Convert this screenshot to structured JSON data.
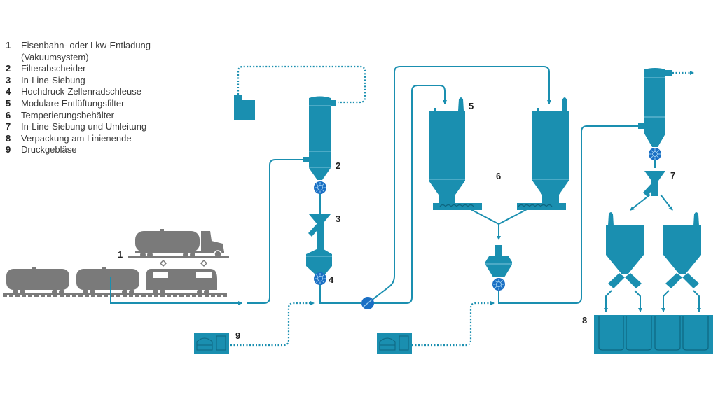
{
  "legend": [
    {
      "num": "1",
      "text": "Eisenbahn- oder Lkw-Entladung",
      "text2": "(Vakuumsystem)"
    },
    {
      "num": "2",
      "text": "Filterabscheider"
    },
    {
      "num": "3",
      "text": "In-Line-Siebung"
    },
    {
      "num": "4",
      "text": "Hochdruck-Zellenradschleuse"
    },
    {
      "num": "5",
      "text": "Modulare Entlüftungsfilter"
    },
    {
      "num": "6",
      "text": "Temperierungsbehälter"
    },
    {
      "num": "7",
      "text": "In-Line-Siebung und Umleitung"
    },
    {
      "num": "8",
      "text": "Verpackung am Linienende"
    },
    {
      "num": "9",
      "text": "Druckgebläse"
    }
  ],
  "labels": {
    "l1": "1",
    "l2": "2",
    "l3": "3",
    "l4": "4",
    "l5": "5",
    "l6": "6",
    "l7": "7",
    "l8": "8",
    "l9": "9"
  },
  "colors": {
    "equipment": "#1a8fb0",
    "valve": "#1a6fc4",
    "vehicle": "#7a7a7a",
    "line": "#1a8fb0",
    "text": "#222222"
  }
}
